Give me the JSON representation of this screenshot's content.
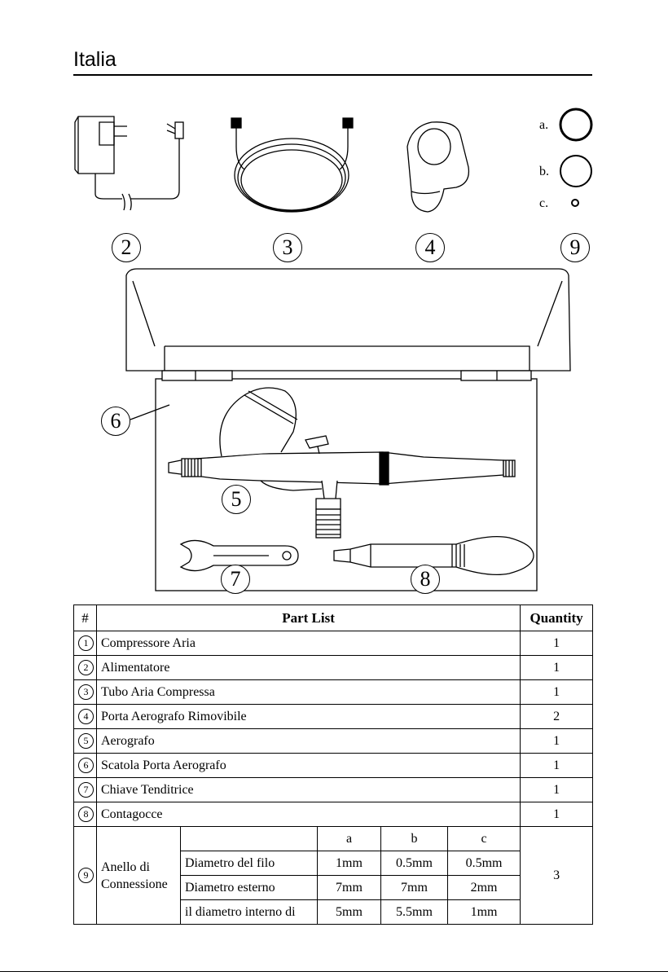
{
  "page": {
    "title": "Italia"
  },
  "callouts": {
    "c2": "2",
    "c3": "3",
    "c4": "4",
    "c9": "9",
    "c6": "6",
    "c5": "5",
    "c7": "7",
    "c8": "8"
  },
  "rings": {
    "a": "a.",
    "b": "b.",
    "c": "c."
  },
  "table": {
    "head": {
      "num": "#",
      "list": "Part List",
      "qty": "Quantity"
    },
    "rows": [
      {
        "num": "1",
        "name": "Compressore Aria",
        "qty": "1"
      },
      {
        "num": "2",
        "name": "Alimentatore",
        "qty": "1"
      },
      {
        "num": "3",
        "name": "Tubo Aria Compressa",
        "qty": "1"
      },
      {
        "num": "4",
        "name": "Porta Aerografo Rimovibile",
        "qty": "2"
      },
      {
        "num": "5",
        "name": "Aerografo",
        "qty": "1"
      },
      {
        "num": "6",
        "name": "Scatola Porta Aerografo",
        "qty": "1"
      },
      {
        "num": "7",
        "name": "Chiave Tenditrice",
        "qty": "1"
      },
      {
        "num": "8",
        "name": "Contagocce",
        "qty": "1"
      }
    ],
    "ring_row": {
      "num": "9",
      "name_line1": "Anello di",
      "name_line2": "Connessione",
      "qty": "3",
      "cols": [
        "a",
        "b",
        "c"
      ],
      "specs": [
        {
          "label": "Diametro del filo",
          "a": "1mm",
          "b": "0.5mm",
          "c": "0.5mm"
        },
        {
          "label": "Diametro esterno",
          "a": "7mm",
          "b": "7mm",
          "c": "2mm"
        },
        {
          "label": "il diametro interno di",
          "a": "5mm",
          "b": "5.5mm",
          "c": "1mm"
        }
      ]
    }
  }
}
